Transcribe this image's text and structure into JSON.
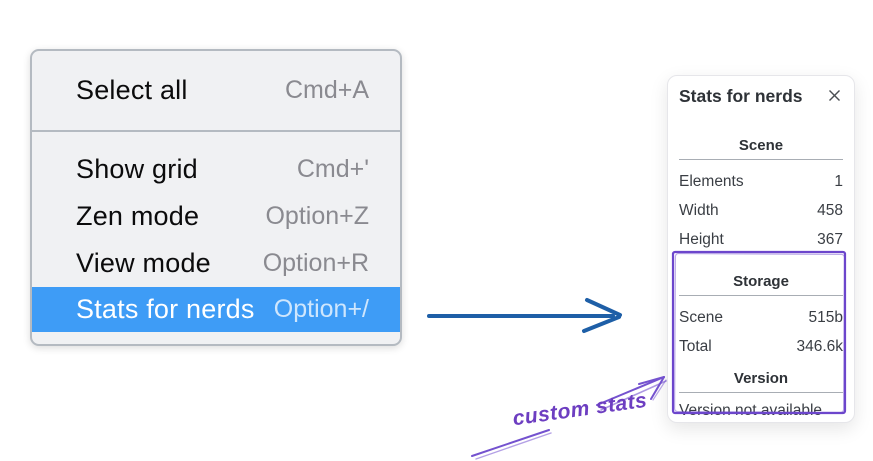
{
  "menu": {
    "sections": [
      {
        "items": [
          {
            "label": "Select all",
            "shortcut": "Cmd+A",
            "highlighted": false
          }
        ]
      },
      {
        "items": [
          {
            "label": "Show grid",
            "shortcut": "Cmd+'",
            "highlighted": false
          },
          {
            "label": "Zen mode",
            "shortcut": "Option+Z",
            "highlighted": false
          },
          {
            "label": "View mode",
            "shortcut": "Option+R",
            "highlighted": false
          },
          {
            "label": "Stats for nerds",
            "shortcut": "Option+/",
            "highlighted": true
          }
        ]
      }
    ],
    "colors": {
      "highlight": "#3e9cf6",
      "background": "#f0f1f3",
      "border": "#b4bac1",
      "shortcut_text": "#8a8a90"
    }
  },
  "panel": {
    "title": "Stats for nerds",
    "close_icon": "x-icon",
    "sections": [
      {
        "heading": "Scene",
        "rows": [
          {
            "label": "Elements",
            "value": "1"
          },
          {
            "label": "Width",
            "value": "458"
          },
          {
            "label": "Height",
            "value": "367"
          }
        ]
      },
      {
        "heading": "Storage",
        "rows": [
          {
            "label": "Scene",
            "value": "515b"
          },
          {
            "label": "Total",
            "value": "346.6k"
          }
        ]
      },
      {
        "heading": "Version",
        "rows": [],
        "note": "Version not available"
      }
    ]
  },
  "annotation": {
    "label": "custom stats",
    "text_color": "#6d3ec1",
    "stroke_color": "#7452cf",
    "box_color": "#6c46cc"
  },
  "arrow": {
    "color": "#1e5fa7"
  }
}
